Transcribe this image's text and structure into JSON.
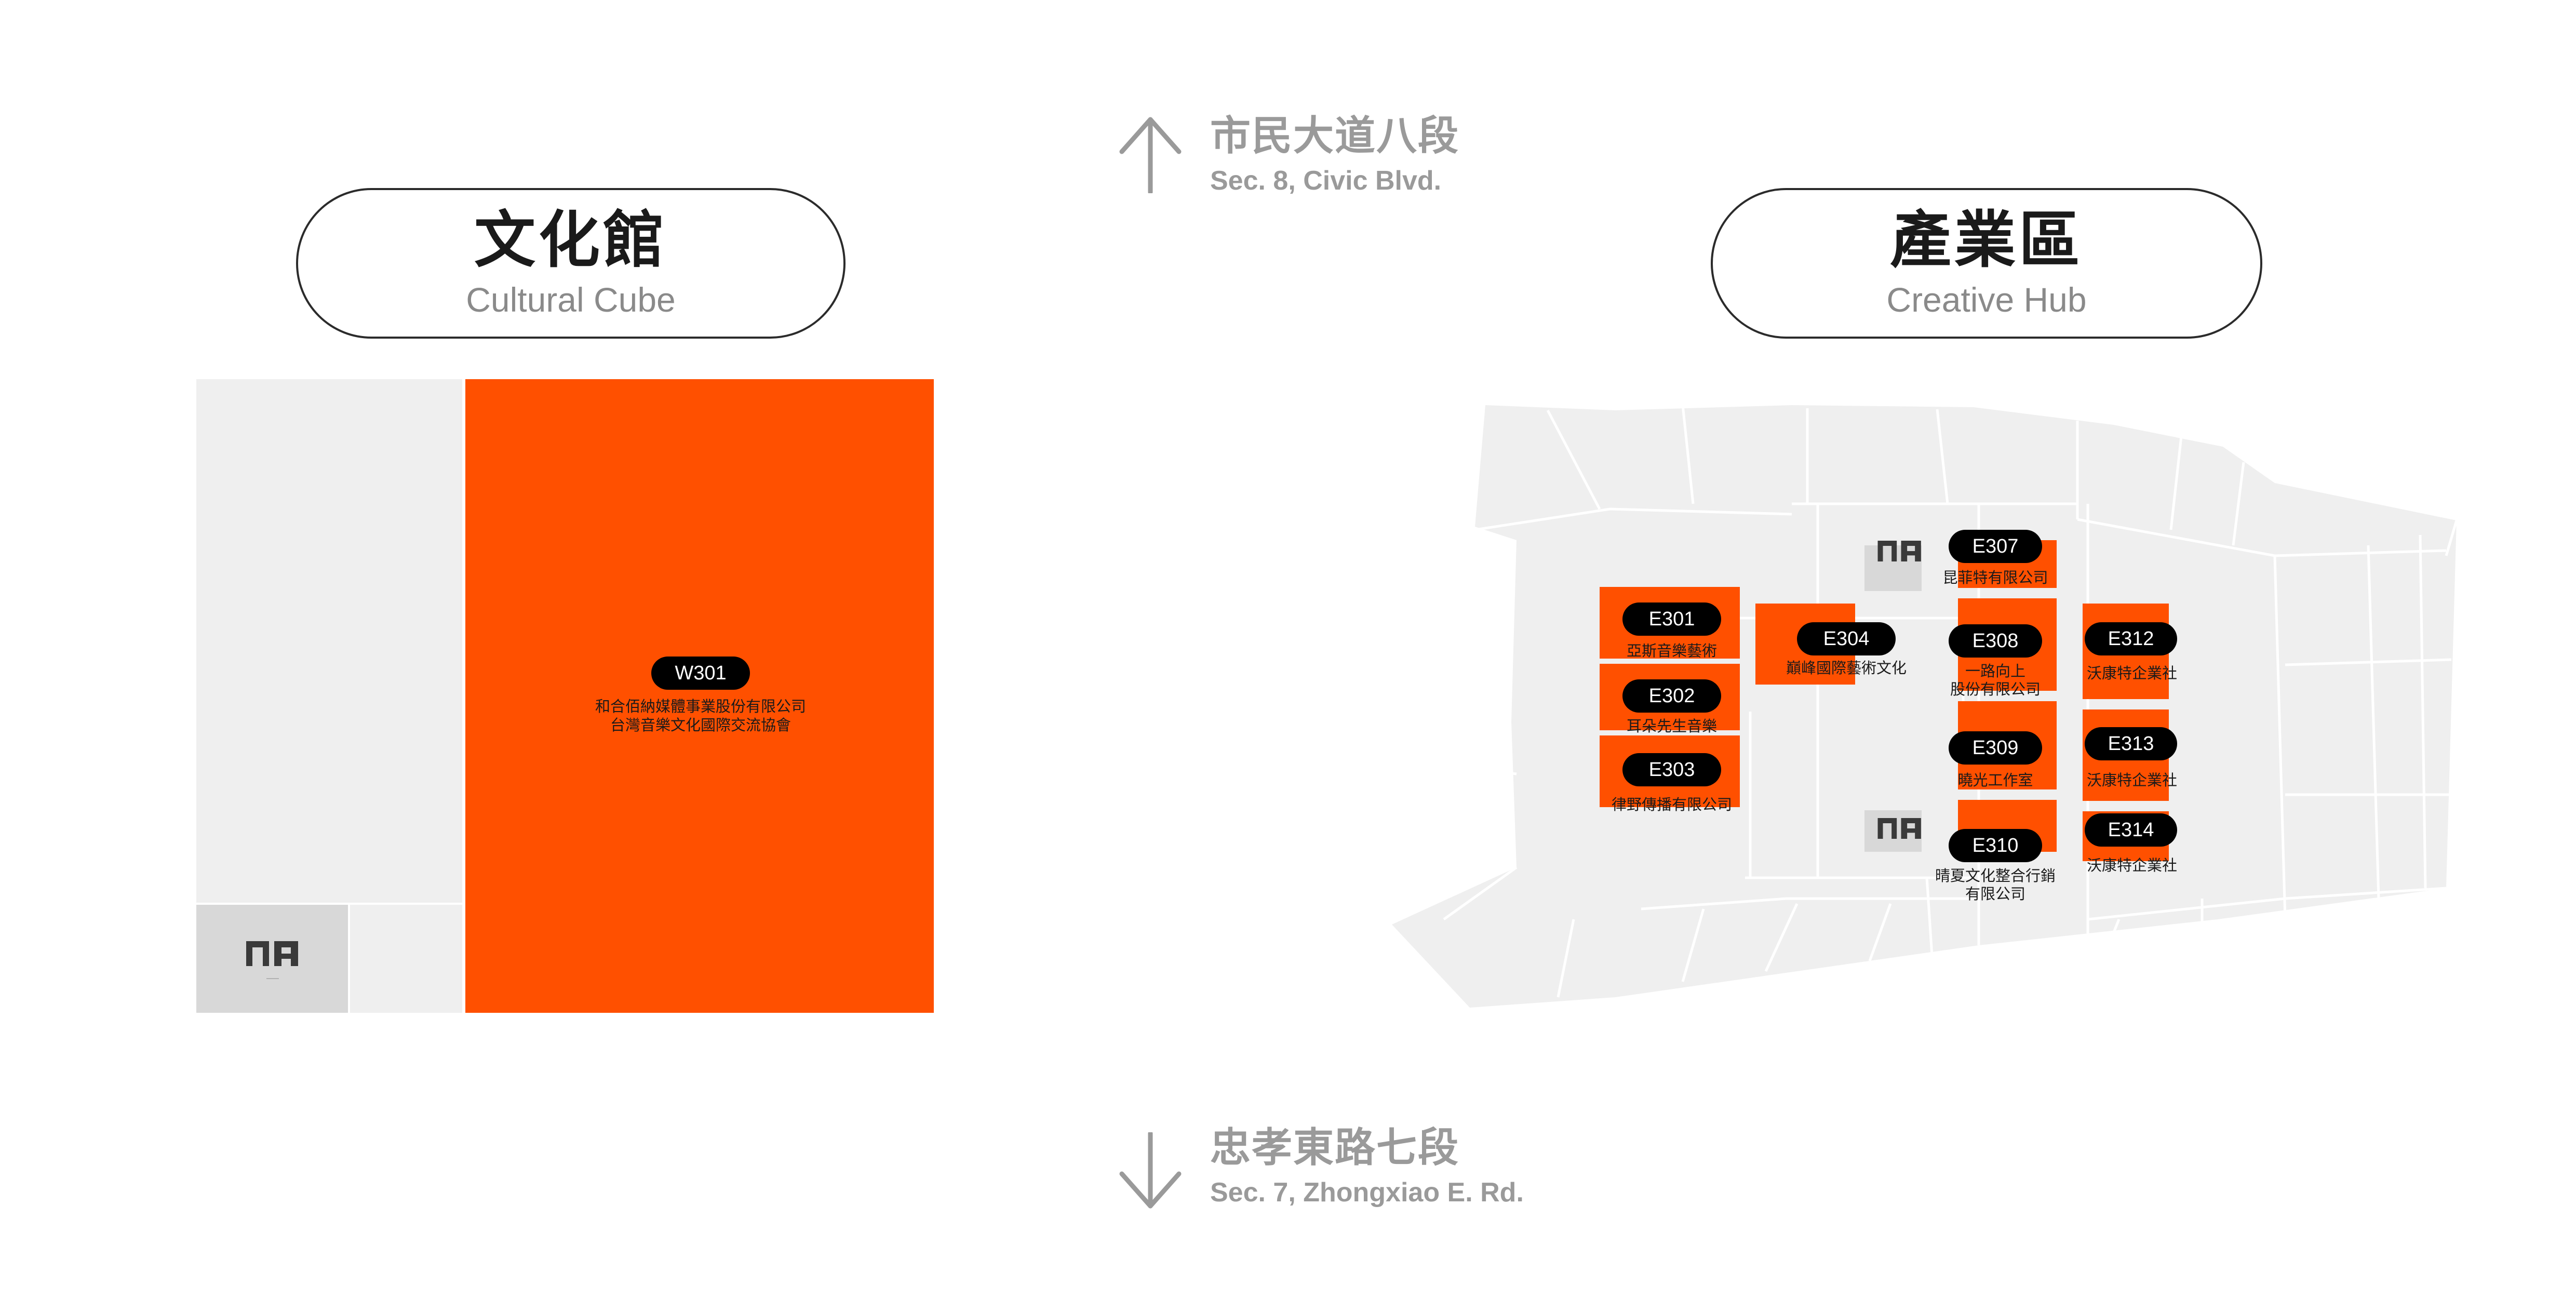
{
  "colors": {
    "booth": "#ff5000",
    "floor": "#efefef",
    "facility": "#d8d8d8",
    "street": "#9a9a9a"
  },
  "streets": {
    "north": {
      "zh": "市民大道八段",
      "en": "Sec. 8, Civic Blvd.",
      "icon": "arrow-up-icon"
    },
    "south": {
      "zh": "忠孝東路七段",
      "en": "Sec. 7, Zhongxiao E. Rd.",
      "icon": "arrow-down-icon"
    }
  },
  "venues": {
    "cultural": {
      "zh": "文化館",
      "en": "Cultural Cube"
    },
    "creative": {
      "zh": "產業區",
      "en": "Creative Hub"
    }
  },
  "facility_icon": "accessible-restroom-icon",
  "booths": {
    "W301": {
      "code": "W301",
      "lines": [
        "和合佰納媒體事業股份有限公司",
        "台灣音樂文化國際交流協會"
      ]
    },
    "E301": {
      "code": "E301",
      "lines": [
        "亞斯音樂藝術"
      ]
    },
    "E302": {
      "code": "E302",
      "lines": [
        "耳朵先生音樂"
      ]
    },
    "E303": {
      "code": "E303",
      "lines": [
        "律野傳播有限公司"
      ]
    },
    "E304": {
      "code": "E304",
      "lines": [
        "巔峰國際藝術文化"
      ]
    },
    "E307": {
      "code": "E307",
      "lines": [
        "昆菲特有限公司"
      ]
    },
    "E308": {
      "code": "E308",
      "lines": [
        "一路向上",
        "股份有限公司"
      ]
    },
    "E309": {
      "code": "E309",
      "lines": [
        "曉光工作室"
      ]
    },
    "E310": {
      "code": "E310",
      "lines": [
        "晴夏文化整合行銷",
        "有限公司"
      ]
    },
    "E312": {
      "code": "E312",
      "lines": [
        "沃康特企業社"
      ]
    },
    "E313": {
      "code": "E313",
      "lines": [
        "沃康特企業社"
      ]
    },
    "E314": {
      "code": "E314",
      "lines": [
        "沃康特企業社"
      ]
    }
  }
}
